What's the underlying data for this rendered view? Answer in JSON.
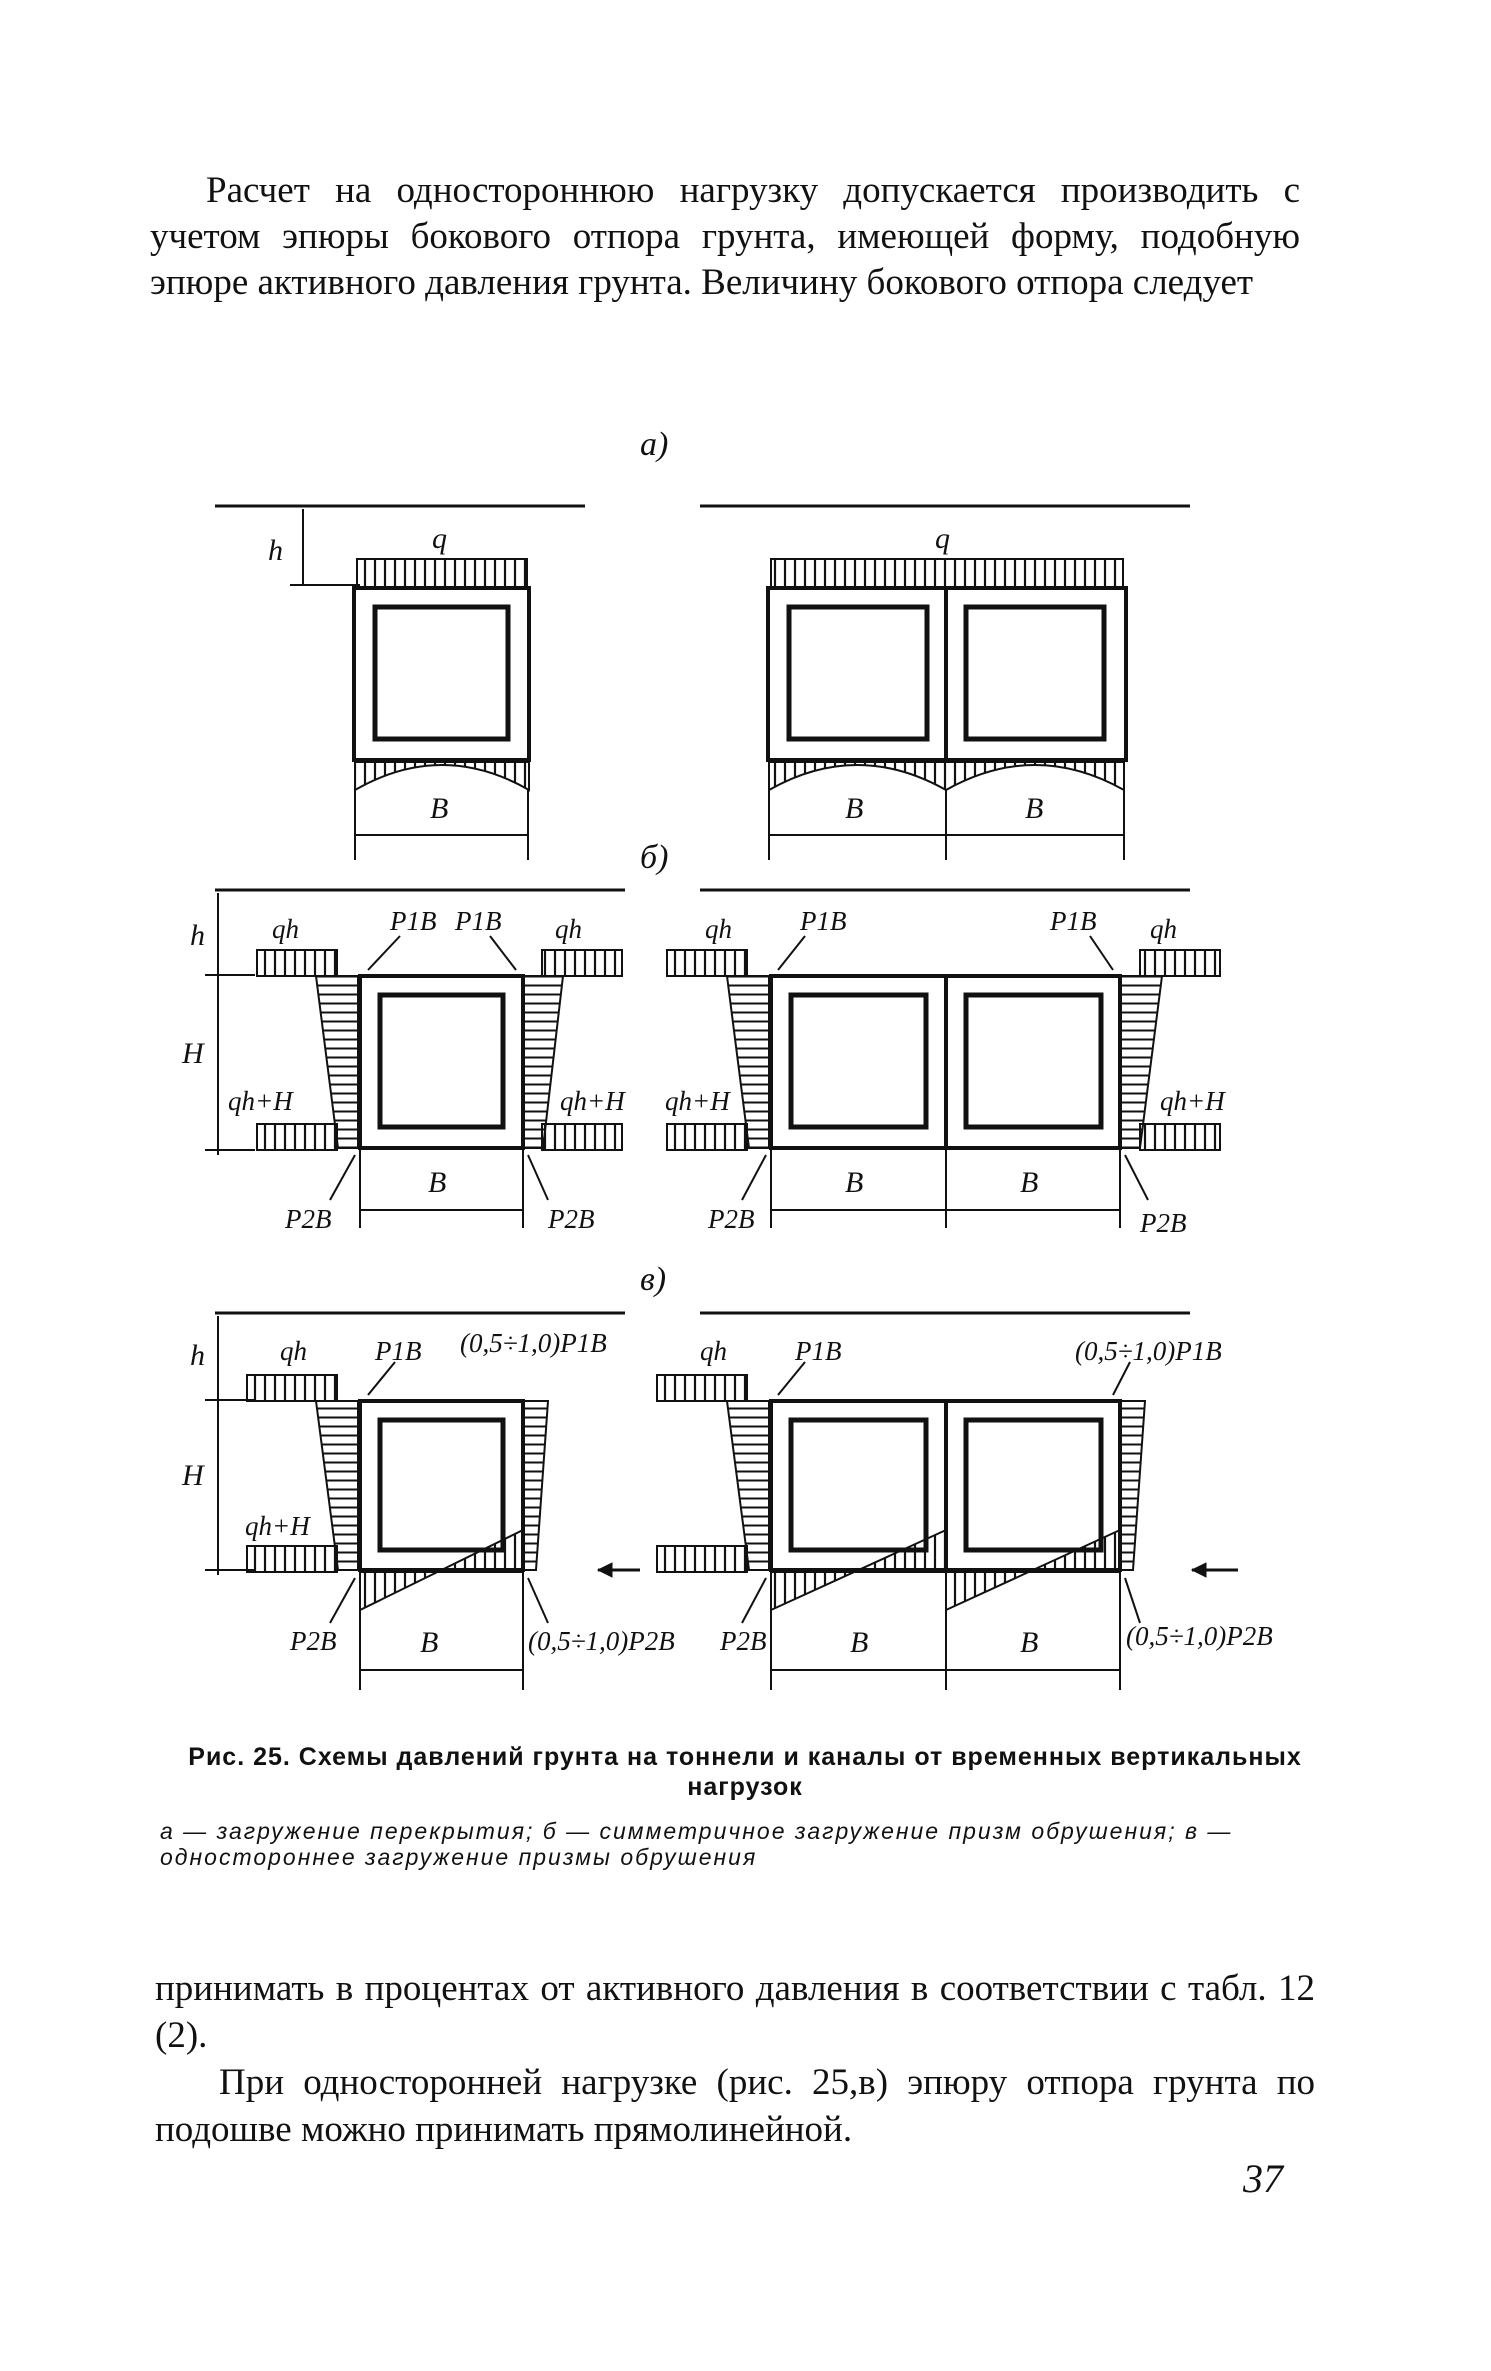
{
  "text": {
    "para_top": "Расчет на одностороннюю нагрузку допускается производить с учетом эпюры бокового отпора грунта, имеющей форму, подобную эпюре активного давления грунта. Величину бокового отпора следует",
    "para_bottom_1": "принимать в процентах от активного давления в соответствии с табл. 12 (2).",
    "para_bottom_2": "При односторонней нагрузке (рис. 25,в) эпюру отпора грунта по подошве можно принимать прямолинейной."
  },
  "caption": {
    "title": "Рис. 25. Схемы давлений грунта на тоннели и каналы от временных вертикальных нагрузок",
    "legend_1": "а — загружение перекрытия; б — симметричное загружение призм обрушения; в — одностороннее загружение призмы обрушения"
  },
  "figure": {
    "panel_a": "а)",
    "panel_b": "б)",
    "panel_c": "в)",
    "h": "h",
    "H": "H",
    "q": "q",
    "qh": "qh",
    "qhH": "qh+H",
    "B": "B",
    "P1B": "P1B",
    "P2B": "P2B",
    "frac_P1B": "(0,5÷1,0)P1B",
    "frac_P2B": "(0,5÷1,0)P2B"
  },
  "page_number": "37"
}
